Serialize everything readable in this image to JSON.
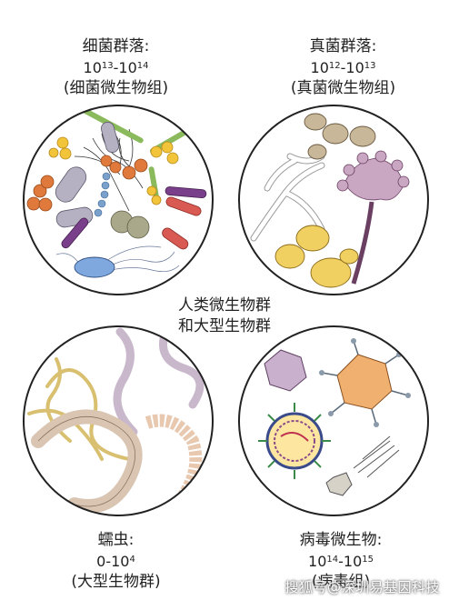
{
  "bacteria": {
    "title": "细菌群落:",
    "count_base": "10",
    "count_exp": "13",
    "count_sep": "-10",
    "count_exp2": "14",
    "subtitle": "(细菌微生物组)"
  },
  "fungi": {
    "title": "真菌群落:",
    "count_base": "10",
    "count_exp": "12",
    "count_sep": "-10",
    "count_exp2": "13",
    "subtitle": "(真菌微生物组)"
  },
  "center": {
    "line1": "人类微生物群",
    "line2": "和大型生物群"
  },
  "worms": {
    "title": "蠕虫:",
    "count_base": "0-10",
    "count_exp": "4",
    "subtitle": "(大型生物群)"
  },
  "viruses": {
    "title": "病毒微生物:",
    "count_base": "10",
    "count_exp": "14",
    "count_sep": "-10",
    "count_exp2": "15",
    "subtitle": "(病毒组)"
  },
  "watermark": "搜狐号@深圳易基因科技"
}
